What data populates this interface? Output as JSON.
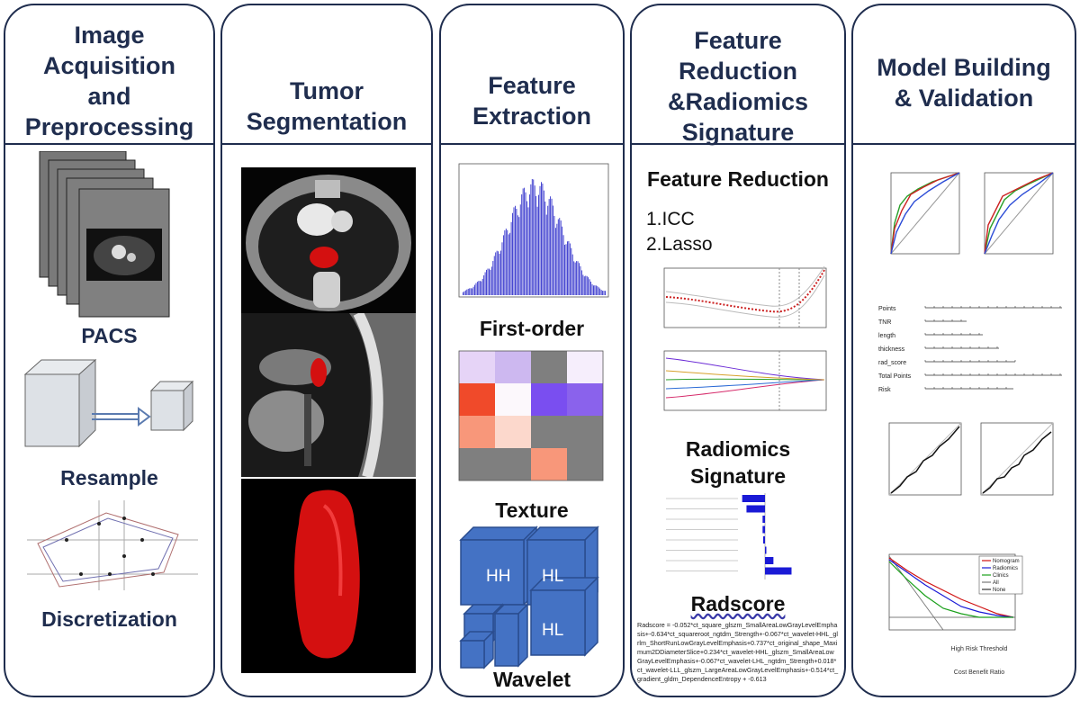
{
  "panels": [
    {
      "title_lines": [
        "Image",
        "Acquisition",
        "and",
        "Preprocessing"
      ]
    },
    {
      "title_lines": [
        "Tumor",
        "Segmentation"
      ]
    },
    {
      "title_lines": [
        "Feature",
        "Extraction"
      ]
    },
    {
      "title_lines": [
        "Feature",
        "Reduction",
        "&Radiomics",
        "Signature"
      ]
    },
    {
      "title_lines": [
        "Model Building",
        "& Validation"
      ]
    }
  ],
  "preprocessing": {
    "pacs": "PACS",
    "resample": "Resample",
    "discretization": "Discretization"
  },
  "extraction": {
    "first_order": "First-order",
    "texture": "Texture",
    "wavelet": "Wavelet",
    "wavelet_labels": [
      "HH",
      "HL",
      "HL"
    ]
  },
  "reduction": {
    "heading": "Feature Reduction",
    "step1": "1.ICC",
    "step2": "2.Lasso",
    "signature_line1": "Radiomics",
    "signature_line2": "Signature",
    "radscore_heading": "Radscore",
    "radscore_formula": "Radscore = -0.052*ct_square_glszm_SmallAreaLowGrayLevelEmphasis+-0.634*ct_squareroot_ngtdm_Strength+-0.067*ct_wavelet-HHL_glrlm_ShortRunLowGrayLevelEmphasis+0.737*ct_original_shape_Maximum2DDiameterSlice+0.234*ct_wavelet-HHL_glszm_SmallAreaLowGrayLevelEmphasis+-0.067*ct_wavelet-LHL_ngtdm_Strength+0.018*ct_wavelet-LLL_glszm_LargeAreaLowGrayLevelEmphasis+-0.514*ct_gradient_gldm_DependenceEntropy + -0.613"
  },
  "model": {
    "legend_items": [
      "Nomogram",
      "Radiomics",
      "Clinics",
      "All",
      "None"
    ],
    "nomogram_rows": [
      "Points",
      "TNR",
      "length",
      "thickness",
      "rad_score",
      "Total Points",
      "Risk"
    ],
    "dca_xlabel": "High Risk Threshold",
    "dca_xlabel2": "Cost Benefit Ratio"
  },
  "colors": {
    "title": "#1f2d4e",
    "border": "#1f2d4e",
    "cube": "#4472c4",
    "tumor": "#d41010",
    "histogram": "#3333cc"
  }
}
